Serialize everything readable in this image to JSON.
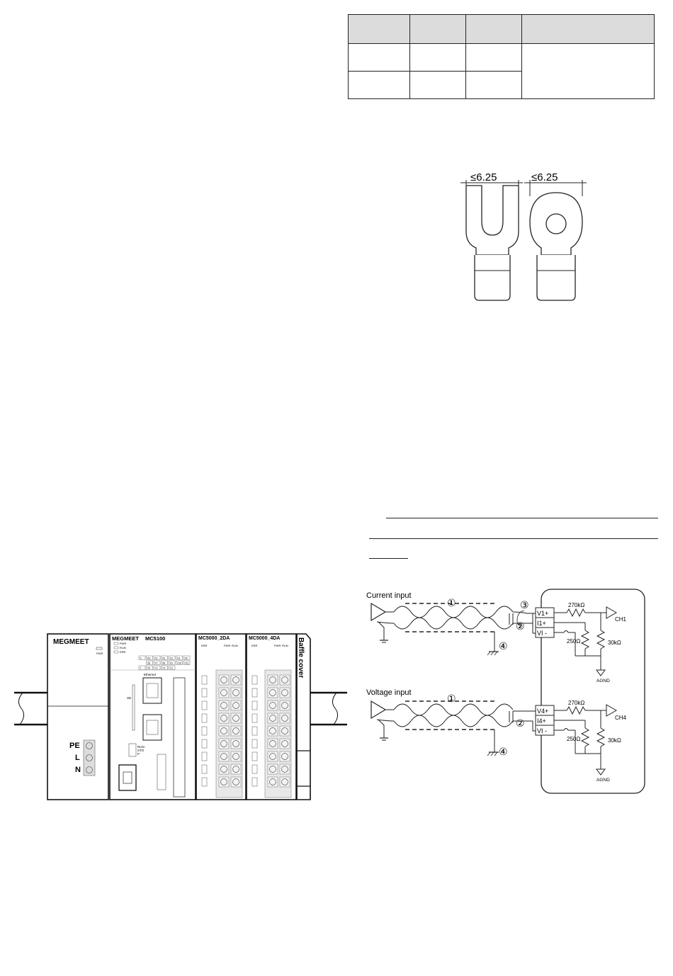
{
  "terminal_figure": {
    "fork_width_label": "≤6.25",
    "ring_width_label": "≤6.25"
  },
  "plc_figure": {
    "power_module_brand": "MEGMEET",
    "power_led_label": "PWR",
    "terminals": [
      "PE",
      "L",
      "N"
    ],
    "cpu_brand": "MEGMEET",
    "cpu_model": "MC5100",
    "cpu_leds": [
      "PWR",
      "RUN",
      "ERR"
    ],
    "cpu_x_inputs": [
      "X",
      "X0",
      "X1",
      "X2",
      "X3",
      "X4",
      "X5"
    ],
    "cpu_x_inputs2": [
      "",
      "X6",
      "X7",
      "X8",
      "X9",
      "X10",
      "X11"
    ],
    "cpu_y_outputs": [
      "Y",
      "Y0",
      "Y1",
      "Y2",
      "Y3",
      "",
      ""
    ],
    "ethernet_label": "Ethernet",
    "sd_label": "SD",
    "run_stop_labels": [
      "RUN",
      "STO",
      "P"
    ],
    "module1_model": "MC5000_2DA",
    "module1_leds": [
      "ERR",
      "PWR",
      "RUN"
    ],
    "module2_model": "MC5000_4DA",
    "module2_leds": [
      "ERR",
      "PWR",
      "RUN"
    ],
    "baffle_label": "Baffle cover"
  },
  "wiring_figure": {
    "current_title": "Current input",
    "voltage_title": "Voltage input",
    "marker_1": "①",
    "marker_2": "②",
    "marker_3": "③",
    "marker_4": "④",
    "ch1_terminals": [
      "V1+",
      "I1+",
      "VI -"
    ],
    "ch4_terminals": [
      "V4+",
      "I4+",
      "VI -"
    ],
    "r_series": "270kΩ",
    "r_shunt": "250Ω",
    "r_bias": "30kΩ",
    "ch1_label": "CH1",
    "ch4_label": "CH4",
    "agnd_label": "AGND"
  }
}
